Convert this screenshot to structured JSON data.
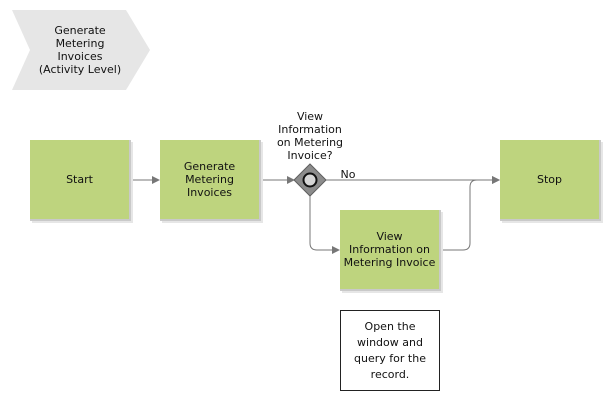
{
  "title_banner": {
    "text": "Generate\nMetering\nInvoices\n(Activity Level)"
  },
  "nodes": {
    "start": "Start",
    "generate": "Generate\nMetering\nInvoices",
    "view_info": "View\nInformation on\nMetering Invoice",
    "stop": "Stop"
  },
  "decision": {
    "question": "View\nInformation\non Metering\nInvoice?",
    "no_label": "No"
  },
  "note": {
    "text": "Open the\nwindow and\nquery for the\nrecord."
  },
  "colors": {
    "activity_fill": "#bed47e",
    "banner_fill": "#e6e6e6",
    "connector": "#777777",
    "gateway_fill": "#8c8c8c"
  }
}
